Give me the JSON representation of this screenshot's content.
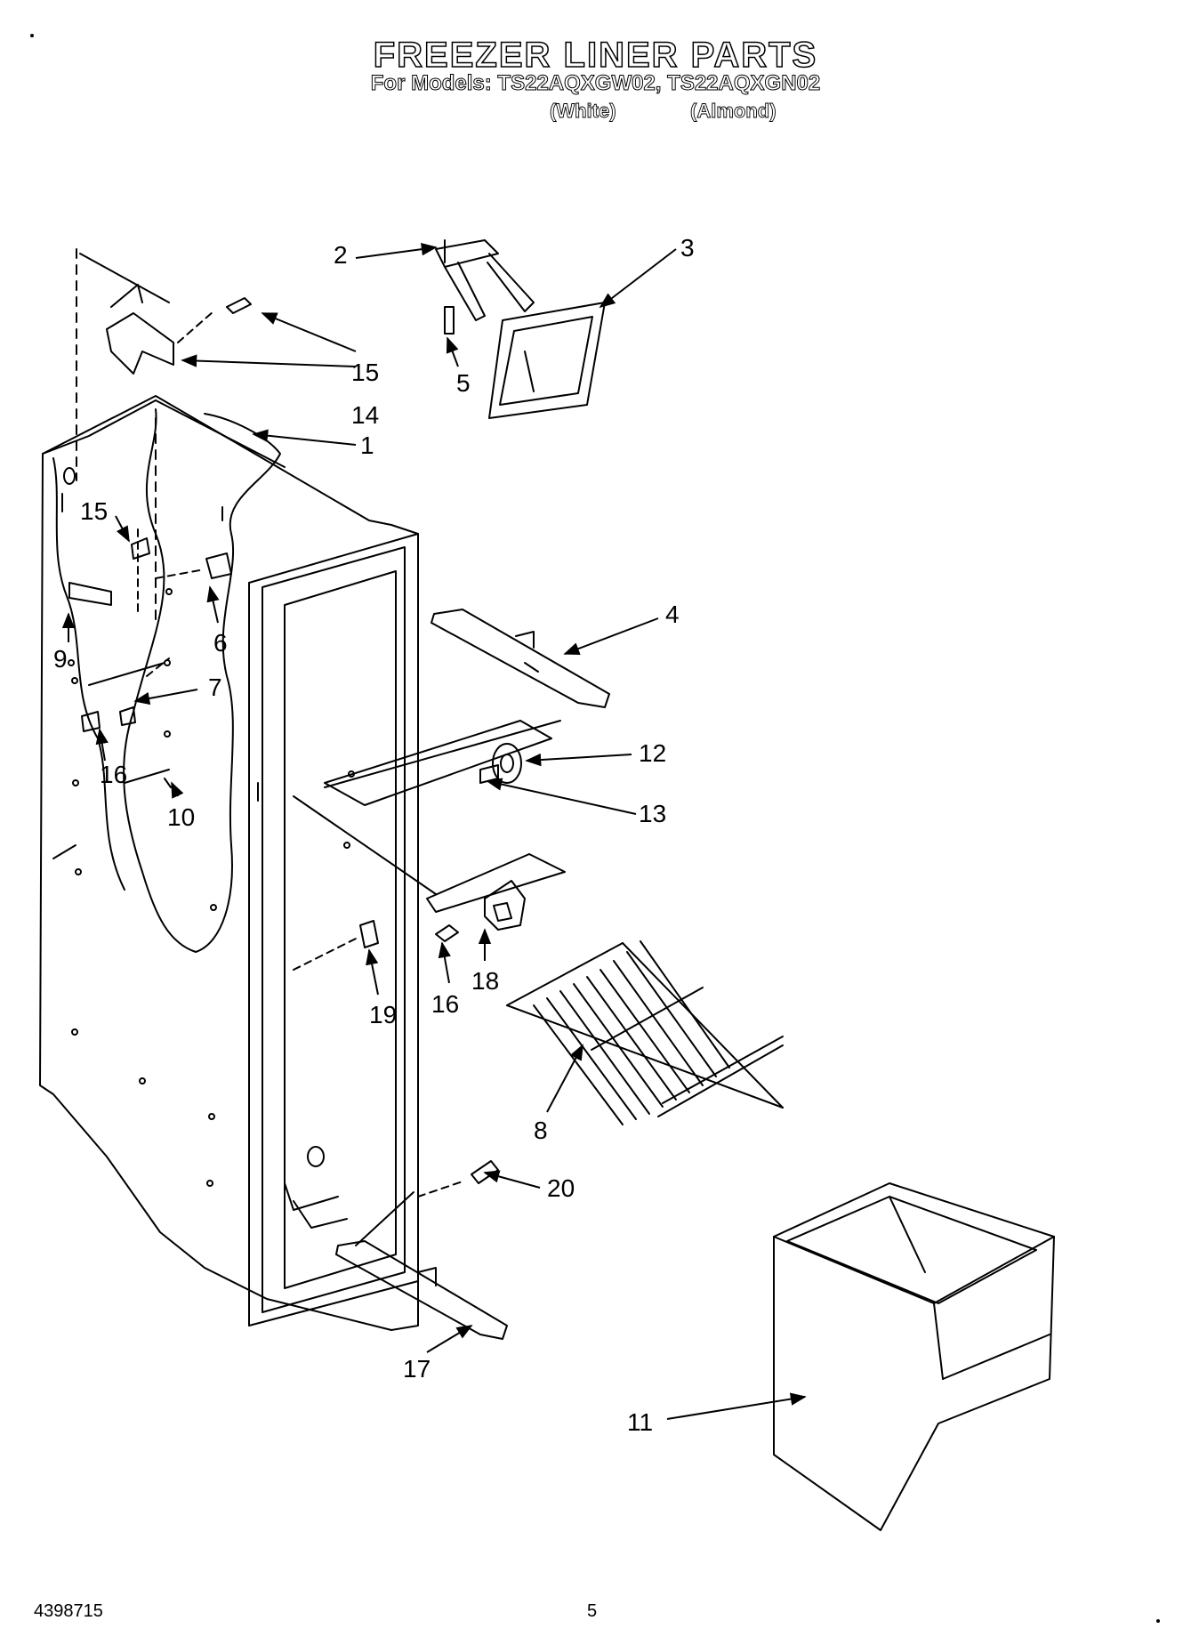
{
  "header": {
    "title": "FREEZER LINER PARTS",
    "models_line": "For Models: TS22AQXGW02, TS22AQXGN02",
    "finish_white": "(White)",
    "finish_almond": "(Almond)"
  },
  "footer": {
    "doc_number": "4398715",
    "page_number": "5"
  },
  "callouts": {
    "c1": "1",
    "c2": "2",
    "c3": "3",
    "c4": "4",
    "c5": "5",
    "c6": "6",
    "c7": "7",
    "c8": "8",
    "c9": "9",
    "c10": "10",
    "c11": "11",
    "c12": "12",
    "c13": "13",
    "c14": "14",
    "c15a": "15",
    "c15b": "15",
    "c16a": "16",
    "c16b": "16",
    "c17": "17",
    "c18": "18",
    "c19": "19",
    "c20": "20"
  }
}
